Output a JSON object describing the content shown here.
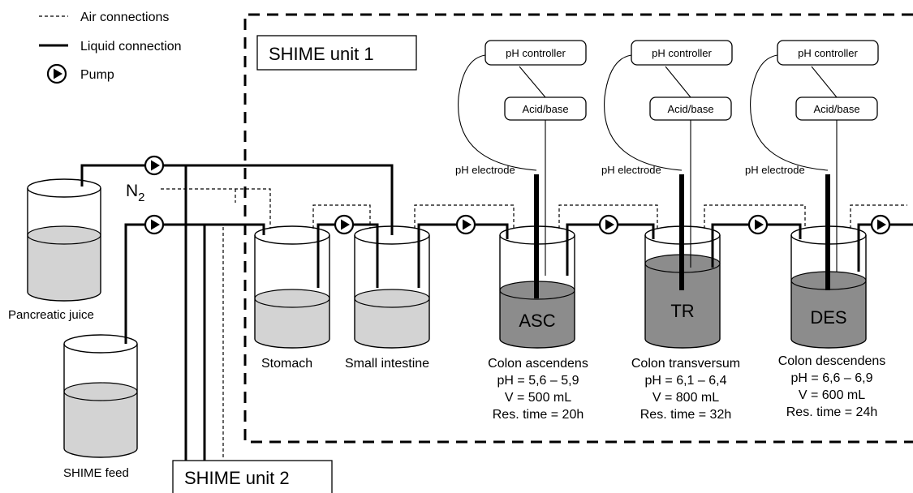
{
  "legend": {
    "air": "Air connections",
    "liquid": "Liquid connection",
    "pump": "Pump"
  },
  "units": {
    "unit1": "SHIME unit 1",
    "unit2": "SHIME unit 2"
  },
  "gas": {
    "symbol": "N",
    "subscript": "2"
  },
  "feeds": {
    "pancreatic": "Pancreatic juice",
    "shime_feed": "SHIME feed"
  },
  "vessels": {
    "stomach": "Stomach",
    "small_intestine": "Small intestine"
  },
  "control": {
    "ph_controller": "pH controller",
    "acid_base": "Acid/base",
    "ph_electrode": "pH electrode"
  },
  "colon": [
    {
      "abbr": "ASC",
      "name": "Colon ascendens",
      "ph": "pH = 5,6 – 5,9",
      "volume": "V = 500 mL",
      "res_time": "Res. time = 20h"
    },
    {
      "abbr": "TR",
      "name": "Colon transversum",
      "ph": "pH = 6,1 – 6,4",
      "volume": "V = 800 mL",
      "res_time": "Res. time = 32h"
    },
    {
      "abbr": "DES",
      "name": "Colon descendens",
      "ph": "pH = 6,6 – 6,9",
      "volume": "V = 600 mL",
      "res_time": "Res. time = 24h"
    }
  ],
  "colors": {
    "light_liquid": "#d3d3d3",
    "dark_liquid": "#8c8c8c",
    "line": "#000000",
    "background": "#ffffff"
  },
  "icons": {
    "pump": "pump-icon"
  }
}
